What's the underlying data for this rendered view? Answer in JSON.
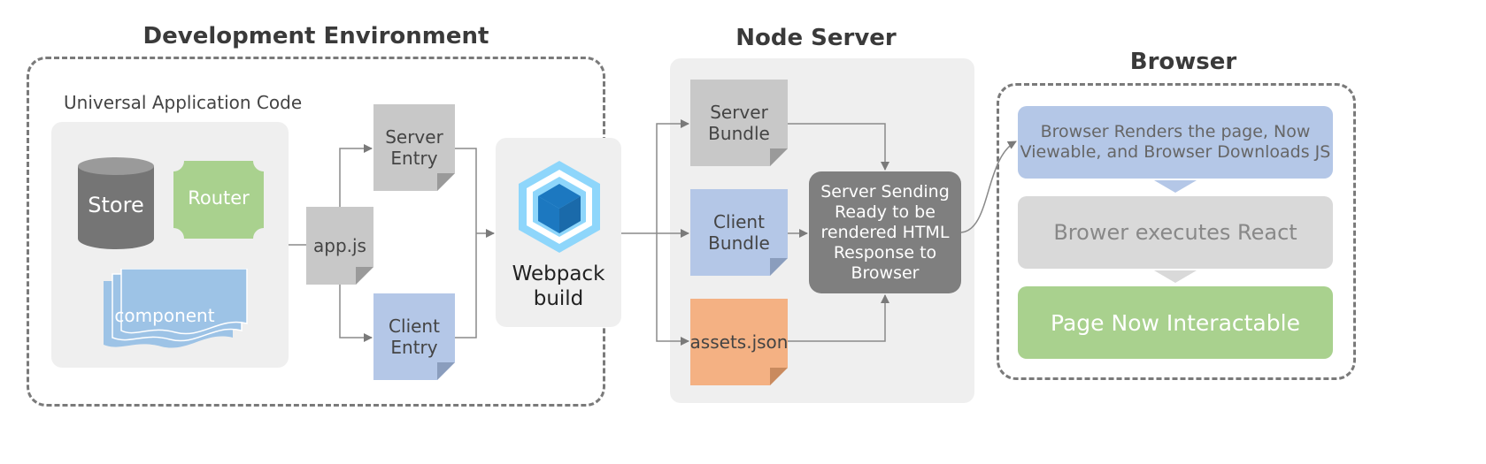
{
  "titles": {
    "dev": "Development Environment",
    "node": "Node Server",
    "browser": "Browser"
  },
  "universal_label": "Universal Application Code",
  "universal": {
    "store": "Store",
    "router": "Router",
    "component": "component"
  },
  "appjs": "app.js",
  "server_entry": [
    "Server",
    "Entry"
  ],
  "client_entry": [
    "Client",
    "Entry"
  ],
  "webpack": [
    "Webpack",
    "build"
  ],
  "server_bundle": [
    "Server",
    "Bundle"
  ],
  "client_bundle": [
    "Client",
    "Bundle"
  ],
  "assets_json": "assets.json",
  "server_sending": [
    "Server Sending",
    "Ready to be",
    "rendered HTML",
    "Response to",
    "Browser"
  ],
  "browser_steps": [
    [
      "Browser Renders the page, Now",
      "Viewable, and Browser Downloads JS"
    ],
    [
      "Brower executes React"
    ],
    [
      "Page Now Interactable"
    ]
  ],
  "colors": {
    "gray_doc": "#c8c8c8",
    "blue_doc": "#b4c7e7",
    "orange_doc": "#f4b183",
    "dark_box": "#7f7f7f",
    "green": "#a9d18e",
    "light_blue": "#b4c7e7",
    "light_gray": "#d9d9d9",
    "store": "#757575",
    "component": "#9dc3e6"
  }
}
